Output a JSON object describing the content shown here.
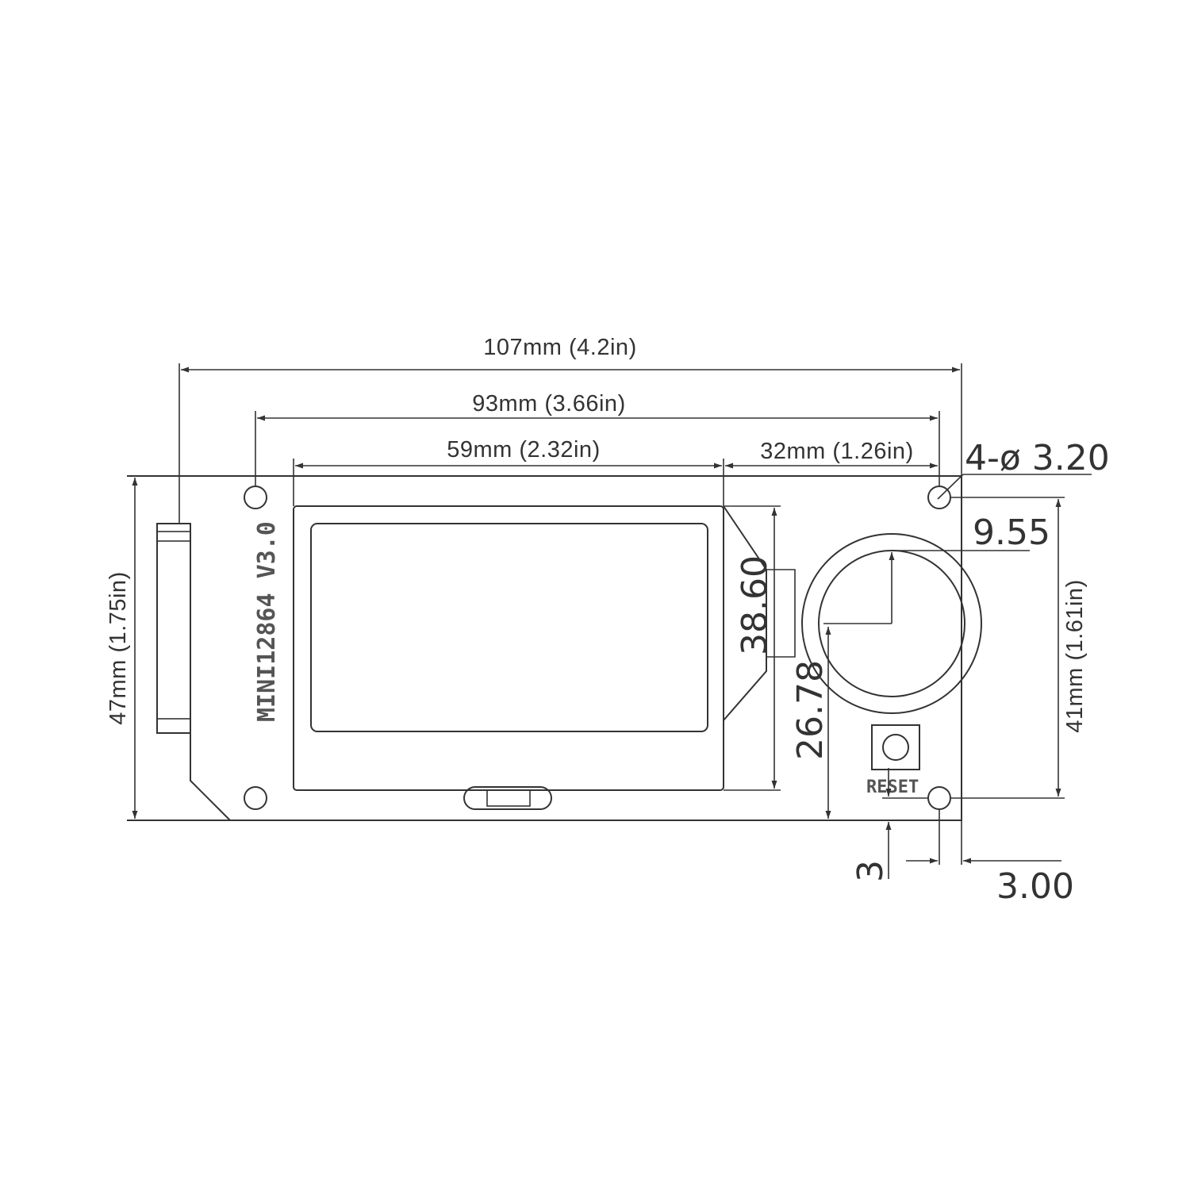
{
  "dimensions": {
    "overall_width": "107mm (4.2in)",
    "hole_spacing_width": "93mm (3.66in)",
    "lcd_width": "59mm (2.32in)",
    "encoder_section_width": "32mm (1.26in)",
    "hole_diameter": "4-ø 3.20",
    "encoder_radius": "9.55",
    "lcd_height": "38.60",
    "encoder_center_height": "26.78",
    "overall_height": "47mm (1.75in)",
    "hole_spacing_height": "41mm (1.61in)",
    "hole_edge_offset_bottom": "3",
    "hole_edge_offset_side": "3.00"
  },
  "board": {
    "silkscreen": "MINI12864 V3.0",
    "button_label": "RESET"
  }
}
